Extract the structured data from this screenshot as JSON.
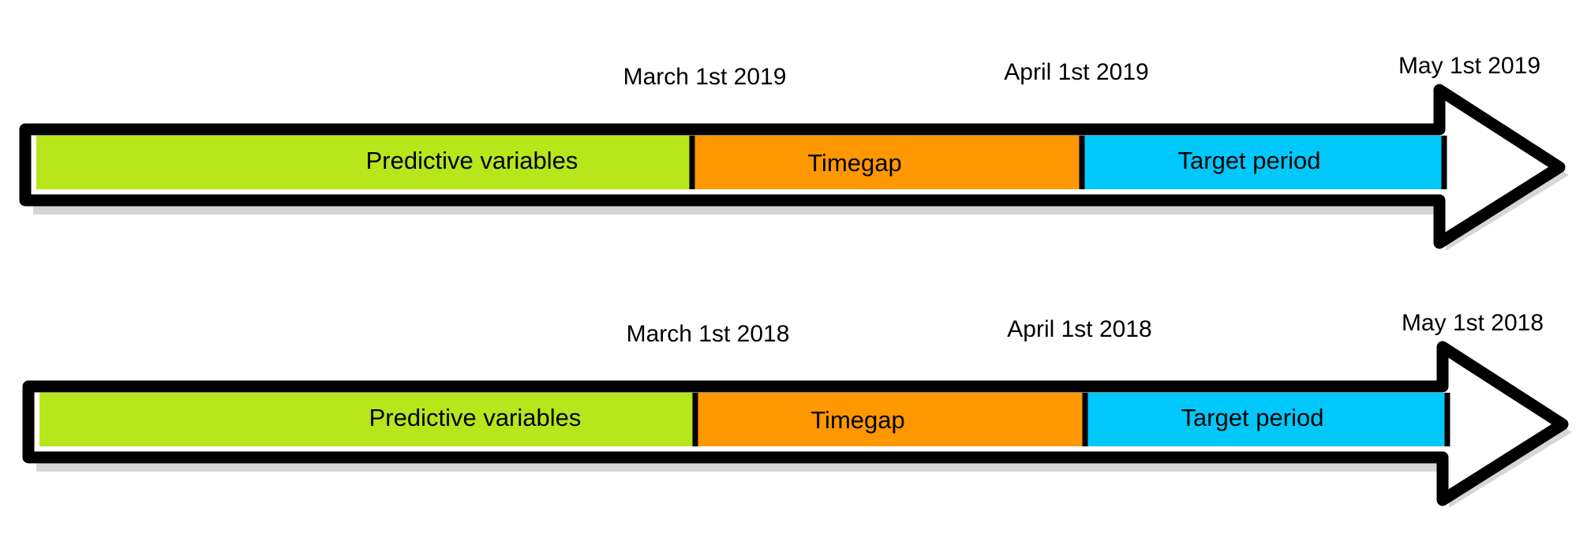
{
  "timelines": [
    {
      "dates": {
        "march": "March 1st 2019",
        "april": "April 1st 2019",
        "may": "May 1st 2019"
      },
      "segments": {
        "predictive": "Predictive variables",
        "timegap": "Timegap",
        "target": "Target period"
      }
    },
    {
      "dates": {
        "march": "March 1st 2018",
        "april": "April 1st 2018",
        "may": "May 1st 2018"
      },
      "segments": {
        "predictive": "Predictive variables",
        "timegap": "Timegap",
        "target": "Target period"
      }
    }
  ],
  "colors": {
    "predictive": "#b7e61b",
    "timegap": "#ff9800",
    "target": "#00c8fa",
    "outline": "#000000",
    "shadow": "#c8c8c8"
  }
}
